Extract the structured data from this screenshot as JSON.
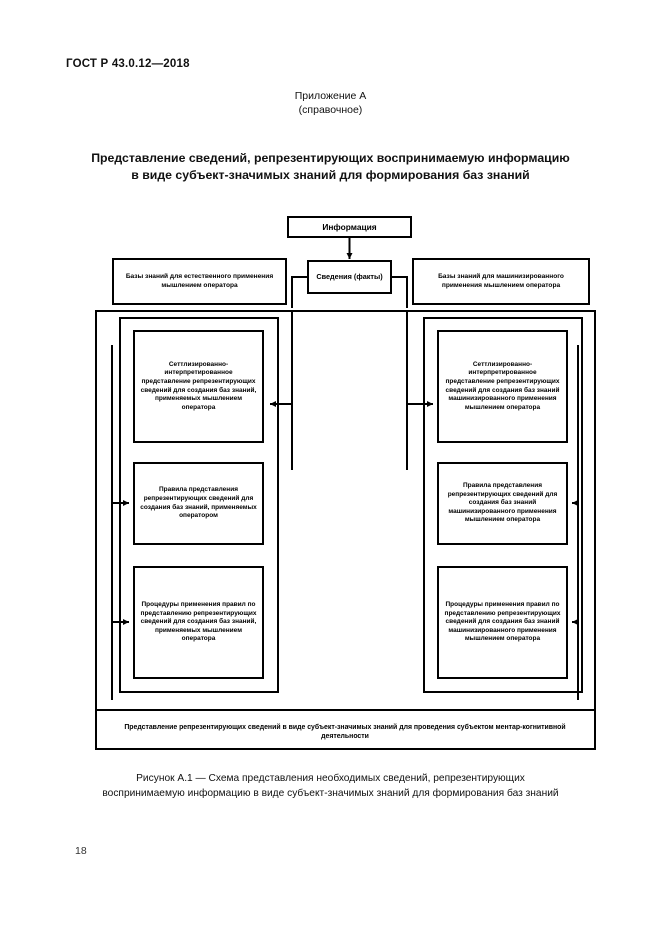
{
  "header": {
    "standard": "ГОСТ Р 43.0.12—2018"
  },
  "annex": {
    "line1": "Приложение А",
    "line2": "(справочное)"
  },
  "title": {
    "line1": "Представление сведений, репрезентирующих воспринимаемую информацию",
    "line2": "в виде субъект-значимых знаний для формирования баз знаний"
  },
  "diagram": {
    "information_box": "Информация",
    "facts_box": "Сведения (факты)",
    "left_column": {
      "header": "Базы знаний для естественного применения мышлением оператора",
      "boxes": [
        "Сеттлизированно-интерпретированное представление репрезентирующих сведений для создания баз знаний, применяемых мышлением оператора",
        "Правила представления репрезентирующих сведений для создания баз знаний, применяемых оператором",
        "Процедуры применения правил по представлению репрезентирующих сведений для создания баз знаний, применяемых мышлением оператора"
      ]
    },
    "right_column": {
      "header": "Базы знаний для машинизированного применения мышлением оператора",
      "boxes": [
        "Сеттлизированно-интерпретированное представление репрезентирующих сведений для создания баз знаний машинизированного применения мышлением оператора",
        "Правила представления репрезентирующих сведений для создания баз знаний машинизированного применения мышлением оператора",
        "Процедуры применения правил по представлению репрезентирующих сведений для создания баз знаний машинизированного применения мышлением оператора"
      ]
    },
    "summary": "Представление репрезентирующих сведений в виде субъект-значимых знаний для проведения субъектом ментар-когнитивной деятельности"
  },
  "figure_caption": {
    "line1": "Рисунок А.1 — Схема представления необходимых сведений, репрезентирующих",
    "line2": "воспринимаемую информацию в виде субъект-значимых знаний для формирования баз знаний"
  },
  "folio": {
    "page_number": "18"
  }
}
